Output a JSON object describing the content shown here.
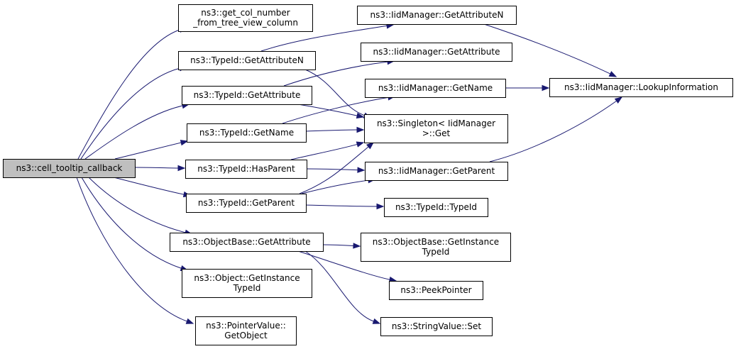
{
  "diagram": {
    "nodes": [
      {
        "id": "root",
        "lines": [
          "ns3::cell_tooltip_callback"
        ]
      },
      {
        "id": "getcol",
        "lines": [
          "ns3::get_col_number",
          "_from_tree_view_column"
        ]
      },
      {
        "id": "tid_getattrn",
        "lines": [
          "ns3::TypeId::GetAttributeN"
        ]
      },
      {
        "id": "tid_getattr",
        "lines": [
          "ns3::TypeId::GetAttribute"
        ]
      },
      {
        "id": "tid_getname",
        "lines": [
          "ns3::TypeId::GetName"
        ]
      },
      {
        "id": "tid_hasparent",
        "lines": [
          "ns3::TypeId::HasParent"
        ]
      },
      {
        "id": "tid_getparent",
        "lines": [
          "ns3::TypeId::GetParent"
        ]
      },
      {
        "id": "ob_getattr",
        "lines": [
          "ns3::ObjectBase::GetAttribute"
        ]
      },
      {
        "id": "obj_getinst",
        "lines": [
          "ns3::Object::GetInstance",
          "TypeId"
        ]
      },
      {
        "id": "pv_getobj",
        "lines": [
          "ns3::PointerValue::",
          "GetObject"
        ]
      },
      {
        "id": "iid_getattrn",
        "lines": [
          "ns3::IidManager::GetAttributeN"
        ]
      },
      {
        "id": "iid_getattr",
        "lines": [
          "ns3::IidManager::GetAttribute"
        ]
      },
      {
        "id": "iid_getname",
        "lines": [
          "ns3::IidManager::GetName"
        ]
      },
      {
        "id": "singleton",
        "lines": [
          "ns3::Singleton< IidManager",
          " >::Get"
        ]
      },
      {
        "id": "iid_getparent",
        "lines": [
          "ns3::IidManager::GetParent"
        ]
      },
      {
        "id": "tid_typeid",
        "lines": [
          "ns3::TypeId::TypeId"
        ]
      },
      {
        "id": "ob_getinst",
        "lines": [
          "ns3::ObjectBase::GetInstance",
          "TypeId"
        ]
      },
      {
        "id": "peek",
        "lines": [
          "ns3::PeekPointer"
        ]
      },
      {
        "id": "sv_set",
        "lines": [
          "ns3::StringValue::Set"
        ]
      },
      {
        "id": "iid_lookup",
        "lines": [
          "ns3::IidManager::LookupInformation"
        ]
      }
    ],
    "edges": [
      {
        "from": "root",
        "to": "getcol"
      },
      {
        "from": "root",
        "to": "tid_getattrn"
      },
      {
        "from": "root",
        "to": "tid_getattr"
      },
      {
        "from": "root",
        "to": "tid_getname"
      },
      {
        "from": "root",
        "to": "tid_hasparent"
      },
      {
        "from": "root",
        "to": "tid_getparent"
      },
      {
        "from": "root",
        "to": "ob_getattr"
      },
      {
        "from": "root",
        "to": "obj_getinst"
      },
      {
        "from": "root",
        "to": "pv_getobj"
      },
      {
        "from": "tid_getattrn",
        "to": "iid_getattrn"
      },
      {
        "from": "tid_getattrn",
        "to": "singleton"
      },
      {
        "from": "tid_getattr",
        "to": "iid_getattr"
      },
      {
        "from": "tid_getattr",
        "to": "singleton"
      },
      {
        "from": "tid_getname",
        "to": "iid_getname"
      },
      {
        "from": "tid_getname",
        "to": "singleton"
      },
      {
        "from": "tid_hasparent",
        "to": "singleton"
      },
      {
        "from": "tid_hasparent",
        "to": "iid_getparent"
      },
      {
        "from": "tid_getparent",
        "to": "singleton"
      },
      {
        "from": "tid_getparent",
        "to": "iid_getparent"
      },
      {
        "from": "tid_getparent",
        "to": "tid_typeid"
      },
      {
        "from": "iid_getattrn",
        "to": "iid_lookup"
      },
      {
        "from": "iid_getname",
        "to": "iid_lookup"
      },
      {
        "from": "iid_getparent",
        "to": "iid_lookup"
      },
      {
        "from": "ob_getattr",
        "to": "ob_getinst"
      },
      {
        "from": "ob_getattr",
        "to": "peek"
      },
      {
        "from": "ob_getattr",
        "to": "sv_set"
      }
    ],
    "colors": {
      "edge": "#191970",
      "root_fill": "#bfbfbf",
      "node_fill": "#ffffff",
      "border": "#000000"
    }
  }
}
